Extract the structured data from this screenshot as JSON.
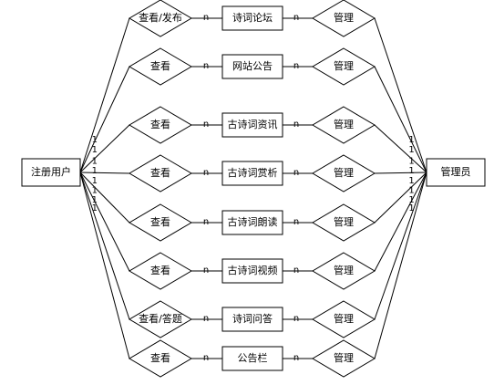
{
  "left_entity": {
    "label": "注册用户"
  },
  "right_entity": {
    "label": "管理员"
  },
  "rows": [
    {
      "user_relation": "查看/发布",
      "entity": "诗词论坛",
      "admin_relation": "管理"
    },
    {
      "user_relation": "查看",
      "entity": "网站公告",
      "admin_relation": "管理"
    },
    {
      "user_relation": "查看",
      "entity": "古诗词资讯",
      "admin_relation": "管理"
    },
    {
      "user_relation": "查看",
      "entity": "古诗词赏析",
      "admin_relation": "管理"
    },
    {
      "user_relation": "查看",
      "entity": "古诗词朗读",
      "admin_relation": "管理"
    },
    {
      "user_relation": "查看",
      "entity": "古诗词视频",
      "admin_relation": "管理"
    },
    {
      "user_relation": "查看/答题",
      "entity": "诗词问答",
      "admin_relation": "管理"
    },
    {
      "user_relation": "查看",
      "entity": "公告栏",
      "admin_relation": "管理"
    }
  ],
  "cardinality": {
    "one": "1",
    "many": "n"
  }
}
